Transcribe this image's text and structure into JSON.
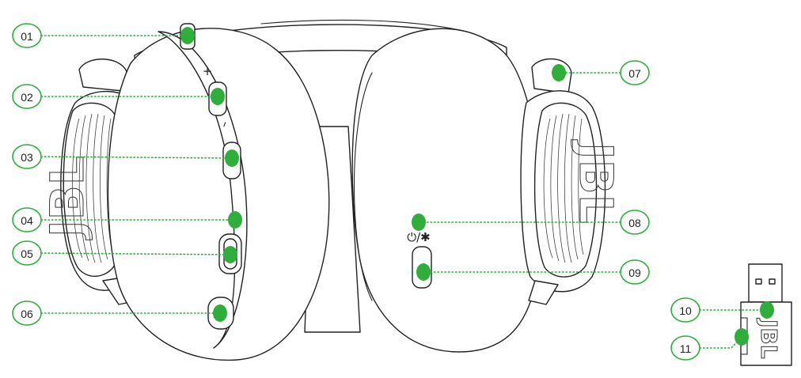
{
  "diagram": {
    "callouts": [
      {
        "id": "01",
        "label": "01"
      },
      {
        "id": "02",
        "label": "02"
      },
      {
        "id": "03",
        "label": "03"
      },
      {
        "id": "04",
        "label": "04"
      },
      {
        "id": "05",
        "label": "05"
      },
      {
        "id": "06",
        "label": "06"
      },
      {
        "id": "07",
        "label": "07"
      },
      {
        "id": "08",
        "label": "08"
      },
      {
        "id": "09",
        "label": "09"
      },
      {
        "id": "10",
        "label": "10"
      },
      {
        "id": "11",
        "label": "11"
      }
    ],
    "brand_mark": "JBL",
    "symbols": {
      "volume_up": "+",
      "volume_down": "–",
      "power_bt": "⏻/✱"
    },
    "colors": {
      "accent": "#2fae3b",
      "outline": "#222222",
      "background": "#ffffff"
    }
  }
}
